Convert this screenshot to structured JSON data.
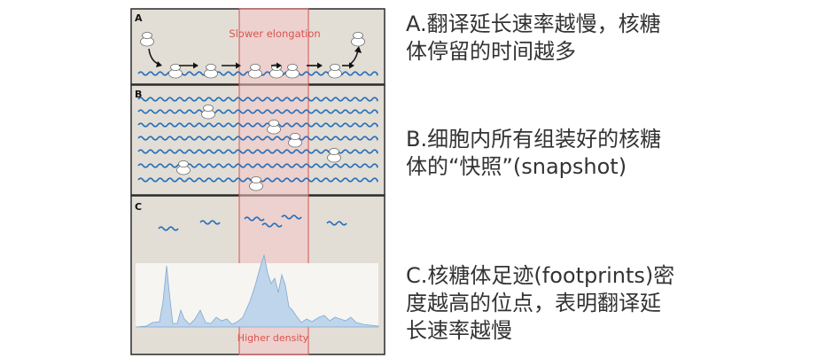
{
  "panels": {
    "a": {
      "label": "A",
      "annotation": "Slower elongation"
    },
    "b": {
      "label": "B"
    },
    "c": {
      "label": "C",
      "annotation": "Higher density"
    }
  },
  "captions": {
    "a": {
      "line1": "A.翻译延长速率越慢，核糖",
      "line2": "体停留的时间越多"
    },
    "b": {
      "line1": "B.细胞内所有组装好的核糖",
      "line2": "体的“快照”(snapshot)"
    },
    "c": {
      "line1": "C.核糖体足迹(footprints)密",
      "line2": "度越高的位点，表明翻译延",
      "line3": "长速率越慢"
    }
  },
  "colors": {
    "panel_bg": "#e2ded6",
    "panel_border": "#2b2b2b",
    "mrna": "#2a6fb8",
    "highlight_fill": "#f5c6c8",
    "highlight_stroke": "#d9534f",
    "annotation_text": "#d9534f",
    "density_fill": "#b8d2ea",
    "density_stroke": "#7fa9d3"
  },
  "icons": {
    "ribosome": "ribosome-icon",
    "arrow": "arrow-right-icon"
  }
}
